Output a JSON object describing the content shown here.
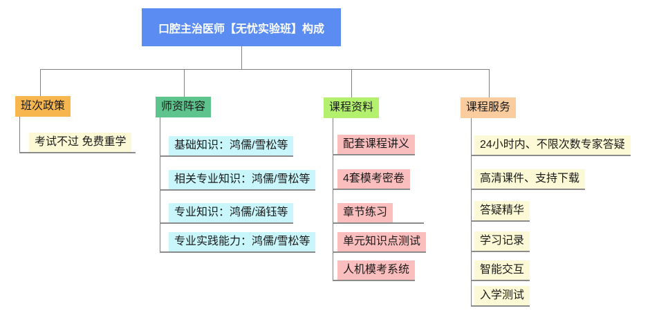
{
  "root": {
    "label": "口腔主治医师【无忧实验班】构成"
  },
  "branches": [
    {
      "id": "policy",
      "label": "班次政策",
      "children": [
        {
          "label": "考试不过 免费重学"
        }
      ]
    },
    {
      "id": "faculty",
      "label": "师资阵容",
      "children": [
        {
          "label": "基础知识：鸿儒/雪松等"
        },
        {
          "label": "相关专业知识：鸿儒/雪松等"
        },
        {
          "label": "专业知识：鸿儒/涵钰等"
        },
        {
          "label": "专业实践能力：鸿儒/雪松等"
        }
      ]
    },
    {
      "id": "materials",
      "label": "课程资料",
      "children": [
        {
          "label": "配套课程讲义"
        },
        {
          "label": "4套模考密卷"
        },
        {
          "label": "章节练习"
        },
        {
          "label": "单元知识点测试"
        },
        {
          "label": "人机模考系统"
        }
      ]
    },
    {
      "id": "services",
      "label": "课程服务",
      "children": [
        {
          "label": "24小时内、不限次数专家答疑"
        },
        {
          "label": "高清课件、支持下载"
        },
        {
          "label": "答疑精华"
        },
        {
          "label": "学习记录"
        },
        {
          "label": "智能交互"
        },
        {
          "label": "入学测试"
        }
      ]
    }
  ],
  "colors": {
    "root_bg": "#5a8cf2",
    "root_text": "#ffffff",
    "branch_policy_bg": "#f8b64f",
    "branch_faculty_bg": "#5cc48c",
    "branch_materials_bg": "#b3f06e",
    "branch_services_bg": "#facc9e",
    "child_policy_bg": "#fcfad6",
    "child_faculty_bg": "#c9f6fa",
    "child_materials_bg": "#fbbebe",
    "child_services_bg": "#fcfad6",
    "node_text": "#1a1a1a",
    "line": "#7f7f7f",
    "underline": "#8a8a8a"
  }
}
